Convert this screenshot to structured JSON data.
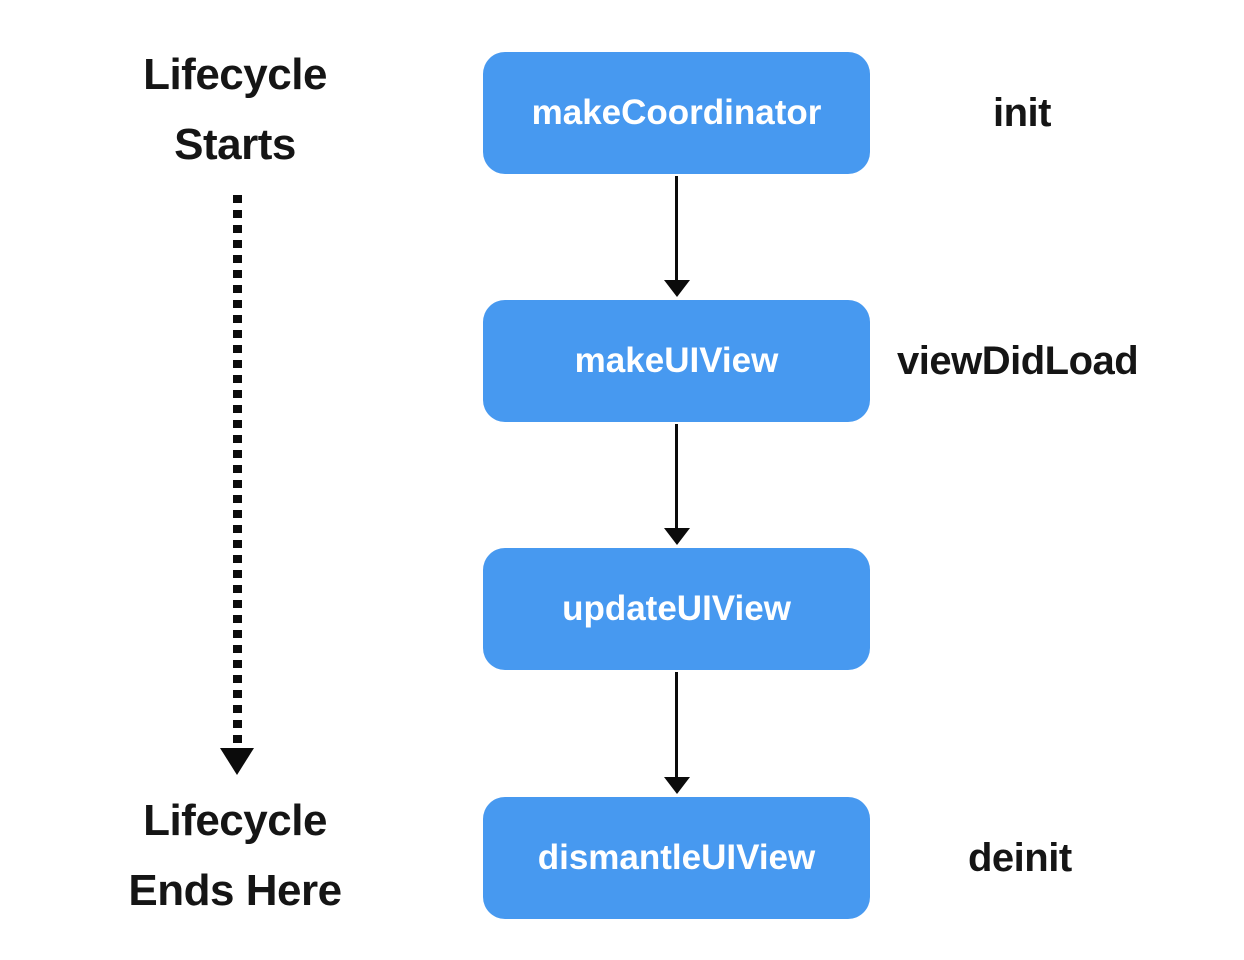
{
  "diagram": {
    "title_semantic": "UIViewRepresentable lifecycle flow",
    "side_labels": {
      "start_line1": "Lifecycle",
      "start_line2": "Starts",
      "end_line1": "Lifecycle",
      "end_line2": "Ends Here"
    },
    "nodes": [
      {
        "label": "makeCoordinator",
        "annotation": "init"
      },
      {
        "label": "makeUIView",
        "annotation": "viewDidLoad"
      },
      {
        "label": "updateUIView",
        "annotation": ""
      },
      {
        "label": "dismantleUIView",
        "annotation": "deinit"
      }
    ],
    "colors": {
      "node_fill": "#4799F0",
      "node_text": "#FFFFFF",
      "label_text": "#151515",
      "arrow": "#0B0B0B",
      "background": "#FFFFFF"
    }
  }
}
